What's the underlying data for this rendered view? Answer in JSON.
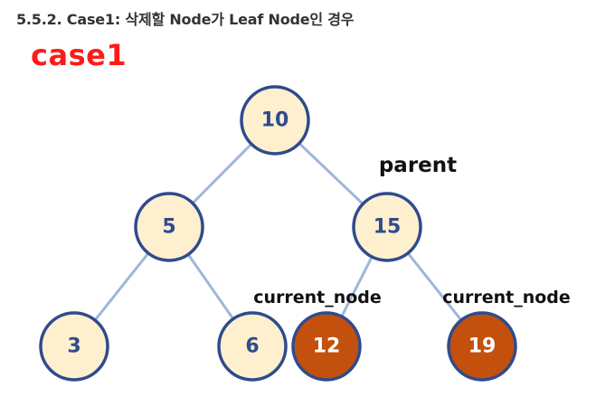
{
  "heading": "5.5.2. Case1: 삭제할 Node가 Leaf Node인 경우",
  "case_label": "case1",
  "colors": {
    "node_fill": "#fef0cf",
    "node_text": "#2f4b8c",
    "deleted_fill": "#c4500d",
    "deleted_text": "#ffffff",
    "edge": "#9fb6db",
    "case_label": "#ff1a1a"
  },
  "nodes": [
    {
      "id": "n10",
      "value": "10",
      "highlight": false
    },
    {
      "id": "n5",
      "value": "5",
      "highlight": false
    },
    {
      "id": "n15",
      "value": "15",
      "highlight": false
    },
    {
      "id": "n3",
      "value": "3",
      "highlight": false
    },
    {
      "id": "n6",
      "value": "6",
      "highlight": false
    },
    {
      "id": "n12",
      "value": "12",
      "highlight": true
    },
    {
      "id": "n19",
      "value": "19",
      "highlight": true
    }
  ],
  "edges": [
    {
      "from": "n10",
      "to": "n5"
    },
    {
      "from": "n10",
      "to": "n15"
    },
    {
      "from": "n5",
      "to": "n3"
    },
    {
      "from": "n5",
      "to": "n6"
    },
    {
      "from": "n15",
      "to": "n12"
    },
    {
      "from": "n15",
      "to": "n19"
    }
  ],
  "annotations": {
    "parent": "parent",
    "current_node_left": "current_node",
    "current_node_right": "current_node"
  }
}
